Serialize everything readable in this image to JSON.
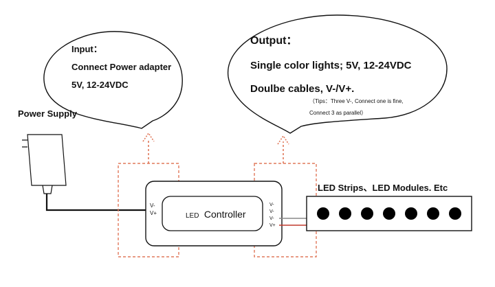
{
  "input_bubble": {
    "heading": "Input：",
    "line1": "Connect Power adapter",
    "line2": "5V, 12-24VDC"
  },
  "output_bubble": {
    "heading": "Output：",
    "line1": "Single color lights; 5V, 12-24VDC",
    "line2": "Doulbe cables, V-/V+.",
    "tips_line1": "（Tips：Three V-, Connect one is fine,",
    "tips_line2": "Connect 3 as parallel）"
  },
  "power_supply": {
    "label": "Power Supply"
  },
  "controller": {
    "label_prefix": "LED",
    "label_main": "Controller",
    "input_pins": [
      "V-",
      "V+"
    ],
    "output_pins": [
      "V-",
      "V-",
      "V-",
      "V+"
    ]
  },
  "led_strip": {
    "label": "LED Strips、LED Modules. Etc",
    "led_count": 7
  },
  "colors": {
    "line": "#111111",
    "dashed_box": "#e0785a",
    "arrow": "#e0785a",
    "wire_red": "#c0392b",
    "wire_gray": "#888888"
  }
}
